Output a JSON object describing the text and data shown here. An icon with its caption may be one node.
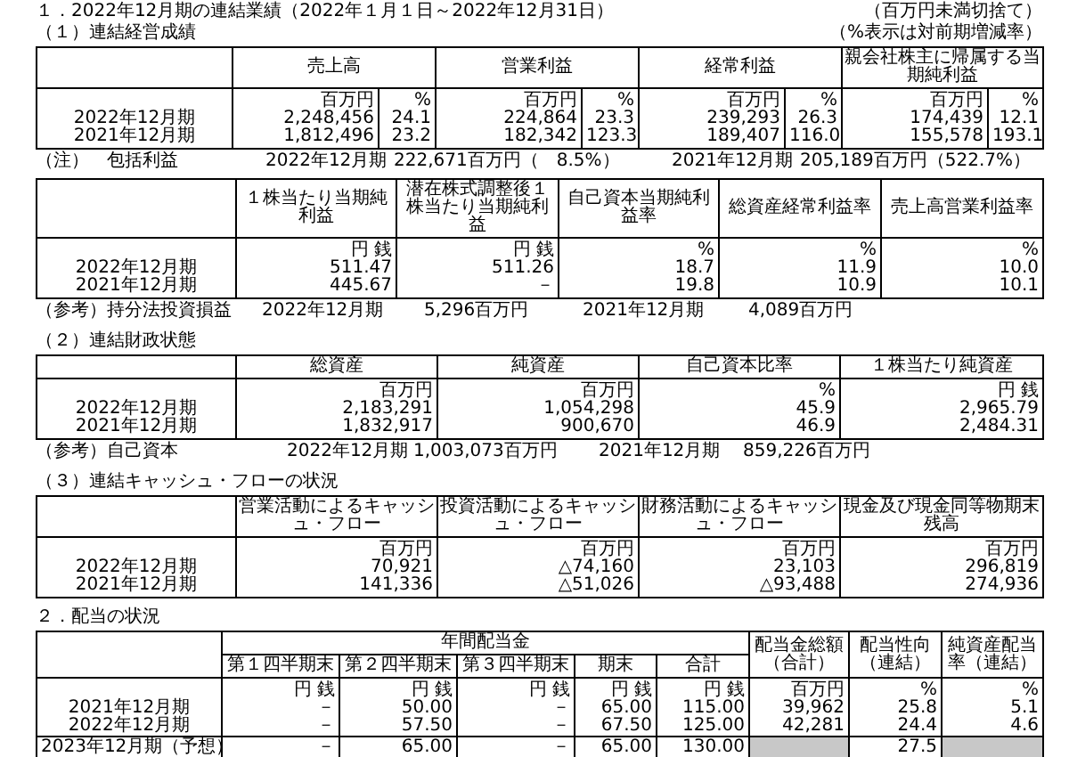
{
  "diagram": {
    "labels": [
      "１．2022年12月期の連結業績（2022年１月１日～2022年12月31日）",
      "（百万円未満切捨て）",
      "（１）連結経営成績",
      "（%表示は対前期増減率）",
      "売上高",
      "営業利益",
      "経常利益",
      "親会社株主に帰属する当期純利益",
      "百万円",
      "%",
      "百万円",
      "%",
      "百万円",
      "%",
      "百万円",
      "%",
      "2022年12月期",
      "2,248,456",
      "24.1",
      "224,864",
      "23.3",
      "239,293",
      "26.3",
      "174,439",
      "12.1",
      "2021年12月期",
      "1,812,496",
      "23.2",
      "182,342",
      "123.3",
      "189,407",
      "116.0",
      "155,578",
      "193.1",
      "（注）　包括利益",
      "2022年12月期",
      "222,671百万円（　8.5%）",
      "2021年12月期",
      "205,189百万円（522.7%）",
      "１株当たり当期純利益",
      "潜在株式調整後１株当たり当期純利益",
      "自己資本当期純利益率",
      "総資産経常利益率",
      "売上高営業利益率",
      "円 銭",
      "円 銭",
      "%",
      "%",
      "%",
      "2022年12月期",
      "511.47",
      "511.26",
      "18.7",
      "11.9",
      "10.0",
      "2021年12月期",
      "445.67",
      "－",
      "19.8",
      "10.9",
      "10.1",
      "（参考）持分法投資損益",
      "2022年12月期",
      "5,296百万円",
      "2021年12月期",
      "4,089百万円",
      "（２）連結財政状態",
      "総資産",
      "純資産",
      "自己資本比率",
      "１株当たり純資産",
      "百万円",
      "百万円",
      "%",
      "円 銭",
      "2022年12月期",
      "2,183,291",
      "1,054,298",
      "45.9",
      "2,965.79",
      "2021年12月期",
      "1,832,917",
      "900,670",
      "46.9",
      "2,484.31",
      "（参考）自己資本",
      "2022年12月期",
      "1,003,073百万円",
      "2021年12月期",
      "859,226百万円",
      "（３）連結キャッシュ・フローの状況",
      "営業活動によるキャッシュ・フロー",
      "投資活動によるキャッシュ・フロー",
      "財務活動によるキャッシュ・フロー",
      "現金及び現金同等物期末残高",
      "百万円",
      "百万円",
      "百万円",
      "百万円",
      "2022年12月期",
      "70,921",
      "△74,160",
      "23,103",
      "296,819",
      "2021年12月期",
      "141,336",
      "△51,026",
      "△93,488",
      "274,936",
      "２．配当の状況",
      "年間配当金",
      "第１四半期末",
      "第２四半期末",
      "第３四半期末",
      "期末",
      "合計",
      "配当金総額（合計）",
      "配当性向（連結）",
      "純資産配当率（連結）",
      "円 銭",
      "円 銭",
      "円 銭",
      "円 銭",
      "円 銭",
      "百万円",
      "%",
      "%",
      "2021年12月期",
      "－",
      "50.00",
      "－",
      "65.00",
      "115.00",
      "39,962",
      "25.8",
      "5.1",
      "2022年12月期",
      "－",
      "57.50",
      "－",
      "67.50",
      "125.00",
      "42,281",
      "24.4",
      "4.6",
      "2023年12月期（予想）",
      "－",
      "65.00",
      "－",
      "65.00",
      "130.00",
      "27.5"
    ]
  }
}
